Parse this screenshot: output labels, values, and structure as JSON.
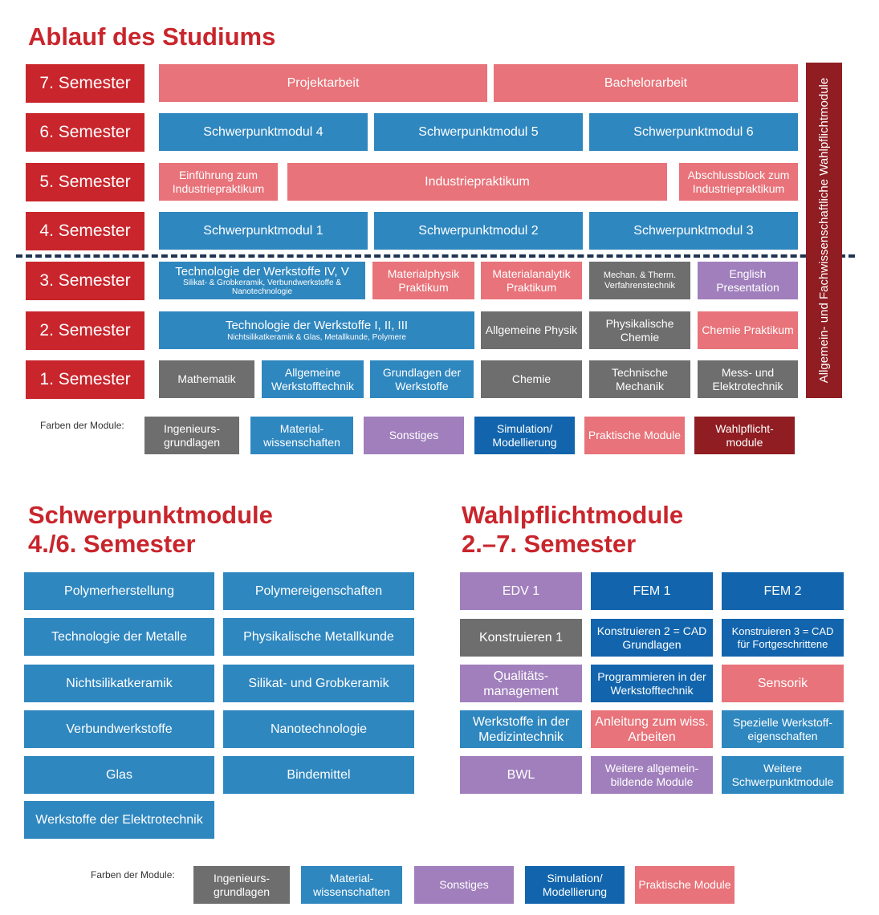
{
  "title_main": "Ablauf des Studiums",
  "semesters": [
    "7. Semester",
    "6. Semester",
    "5. Semester",
    "4. Semester",
    "3. Semester",
    "2. Semester",
    "1. Semester"
  ],
  "sem7": {
    "projekt": "Projektarbeit",
    "bachelor": "Bachelorarbeit"
  },
  "sem6": {
    "m4": "Schwerpunktmodul 4",
    "m5": "Schwerpunktmodul 5",
    "m6": "Schwerpunktmodul 6"
  },
  "sem5": {
    "einf": "Einführung zum Industriepraktikum",
    "ind": "Industriepraktikum",
    "abschluss": "Abschlussblock zum Industriepraktikum"
  },
  "sem4": {
    "m1": "Schwerpunktmodul 1",
    "m2": "Schwerpunktmodul 2",
    "m3": "Schwerpunktmodul 3"
  },
  "sem3": {
    "tech_title": "Technologie der Werkstoffe IV, V",
    "tech_sub": "Silikat- & Grobkeramik, Verbundwerkstoffe & Nanotechnologie",
    "matphys": "Materialphysik Praktikum",
    "matana": "Materialanalytik Praktikum",
    "mechan": "Mechan. & Therm. Verfahrenstechnik",
    "english": "English Presentation"
  },
  "sem2": {
    "tech_title": "Technologie der Werkstoffe I, II, III",
    "tech_sub": "Nichtsilikatkeramik & Glas, Metallkunde, Polymere",
    "physik": "Allgemeine Physik",
    "physchem": "Physikalische Chemie",
    "chempr": "Chemie Praktikum"
  },
  "sem1": {
    "mathe": "Mathematik",
    "awt": "Allgemeine Werkstofftechnik",
    "grundl": "Grundlagen der Werkstoffe",
    "chemie": "Chemie",
    "techmech": "Technische Mechanik",
    "mess": "Mess- und Elektrotechnik"
  },
  "vertical_label": "Allgemein- und Fachwissenschaftliche Wahlpflichtmodule",
  "legend1": {
    "label": "Farben der Module:",
    "items": [
      "Ingenieurs-grundlagen",
      "Material-wissenschaften",
      "Sonstiges",
      "Simulation/ Modellierung",
      "Praktische Module",
      "Wahlpflicht-module"
    ]
  },
  "schwerpunkt": {
    "title_line1": "Schwerpunktmodule",
    "title_line2": "4./6. Semester",
    "items": [
      "Polymerherstellung",
      "Polymereigenschaften",
      "Technologie der Metalle",
      "Physikalische Metallkunde",
      "Nichtsilikatkeramik",
      "Silikat- und Grobkeramik",
      "Verbundwerkstoffe",
      "Nanotechnologie",
      "Glas",
      "Bindemittel",
      "Werkstoffe der Elektrotechnik"
    ]
  },
  "wahlpflicht": {
    "title_line1": "Wahlpflichtmodule",
    "title_line2": "2.–7. Semester",
    "items": [
      "EDV 1",
      "FEM 1",
      "FEM 2",
      "Konstruieren 1",
      "Konstruieren 2 = CAD Grundlagen",
      "Konstruieren 3 = CAD für Fortgeschrittene",
      "Qualitäts-management",
      "Programmieren in der Werkstofftechnik",
      "Sensorik",
      "Werkstoffe in der Medizintechnik",
      "Anleitung zum wiss. Arbeiten",
      "Spezielle Werkstoff-eigenschaften",
      "BWL",
      "Weitere allgemein-bildende Module",
      "Weitere Schwerpunktmodule"
    ]
  },
  "legend2": {
    "label": "Farben der Module:",
    "items": [
      "Ingenieurs-grundlagen",
      "Material-wissenschaften",
      "Sonstiges",
      "Simulation/ Modellierung",
      "Praktische Module"
    ]
  },
  "colors": {
    "red": "#c9252c",
    "gray": "#6e6e6e",
    "blue": "#2f87bf",
    "purple": "#a07fbc",
    "darkblue": "#1265ad",
    "pink": "#e8737a",
    "darkred": "#8f1d22"
  }
}
